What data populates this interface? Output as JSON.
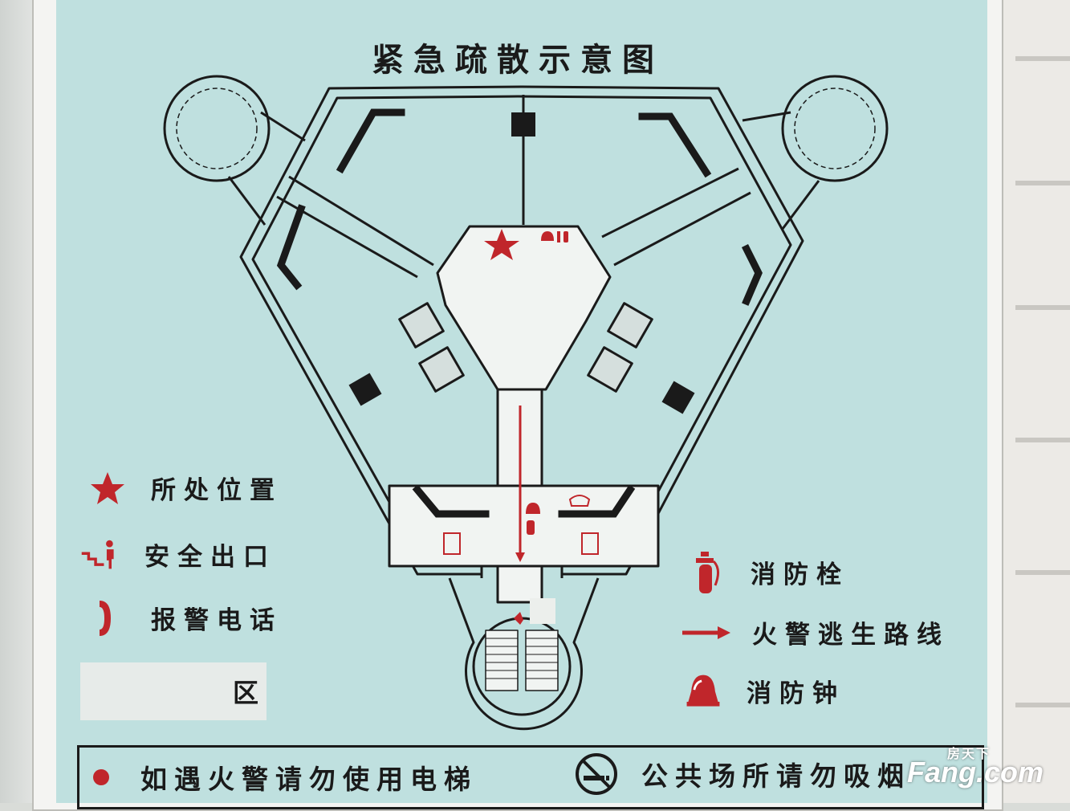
{
  "title": "紧急疏散示意图",
  "legend_left": [
    {
      "icon": "star-icon",
      "label": "所处位置"
    },
    {
      "icon": "exit-stairs-icon",
      "label": "安全出口"
    },
    {
      "icon": "phone-icon",
      "label": "报警电话"
    }
  ],
  "legend_right": [
    {
      "icon": "fire-hydrant-icon",
      "label": "消防栓"
    },
    {
      "icon": "arrow-icon",
      "label": "火警逃生路线"
    },
    {
      "icon": "bell-icon",
      "label": "消防钟"
    }
  ],
  "district_label": "区",
  "notices": {
    "elevator": "如遇火警请勿使用电梯",
    "no_smoking": "公共场所请勿吸烟"
  },
  "watermark": {
    "sub": "房天下",
    "main": "Fang.com"
  },
  "colors": {
    "board": "#bfe0df",
    "line": "#1a1a1a",
    "accent": "#c0262b",
    "walls": "#f1f4f2"
  }
}
